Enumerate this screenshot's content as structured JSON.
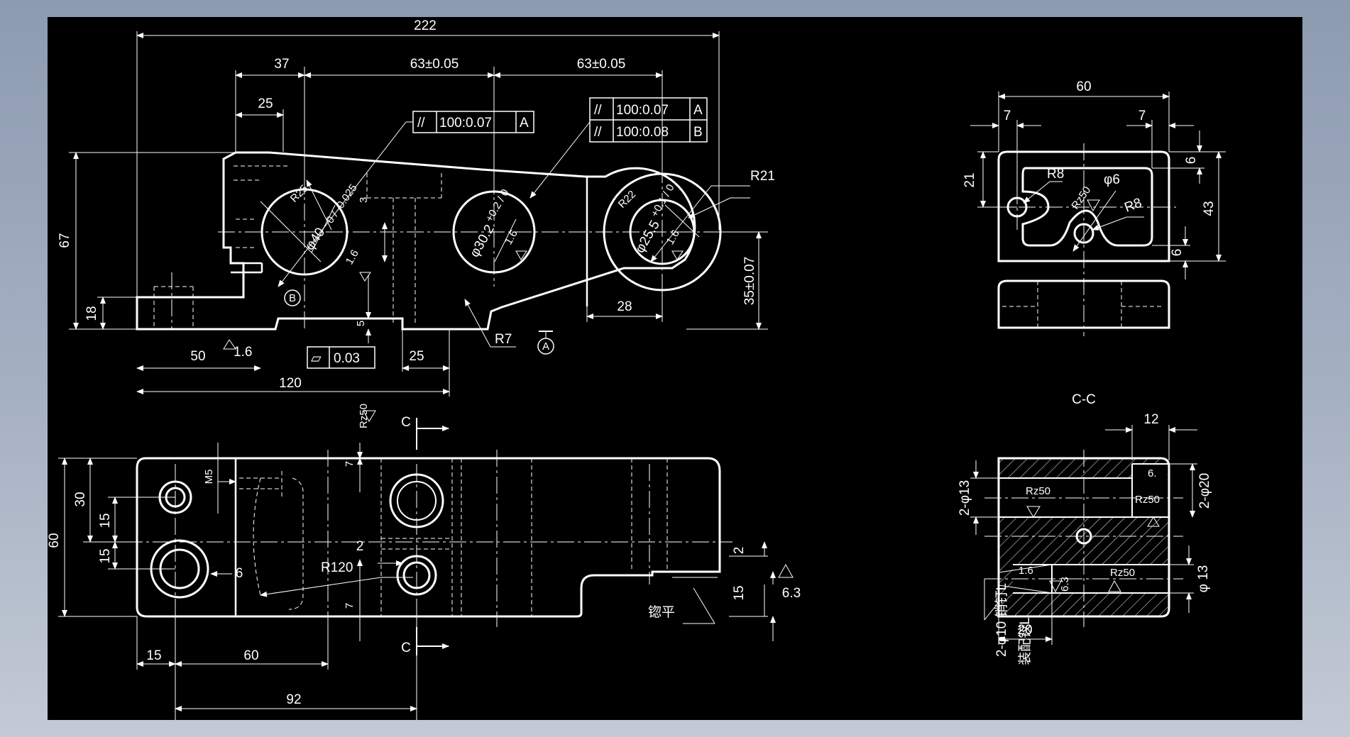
{
  "colors": {
    "background": "#000000",
    "line": "#ffffff",
    "frame": "#8d9bb1"
  },
  "front_view": {
    "dims": {
      "d222": "222",
      "d37": "37",
      "d63a": "63±0.05",
      "d63b": "63±0.05",
      "d25top": "25",
      "d67": "67",
      "d18": "18",
      "d50": "50",
      "d120": "120",
      "d25bot": "25",
      "d28": "28",
      "d35": "35±0.07",
      "d5": "5"
    },
    "radii": {
      "r21": "R21",
      "r7": "R7",
      "r25": "R25",
      "r22": "R22"
    },
    "holes": {
      "h40": "φ40",
      "h40_tol": "0 / -0.025",
      "h30": "φ30.2",
      "h30_tol": "+0.2 / 0",
      "h25": "φ25.5",
      "h25_tol": "+0.1 / 0",
      "n3": "3"
    },
    "rough": {
      "r1": "1.6",
      "r2": "1.6",
      "r3": "1.6",
      "r4": "1.6"
    },
    "tol_frames": {
      "f1": {
        "sym": "//",
        "val": "100:0.07",
        "ref": "A"
      },
      "f2": {
        "sym": "//",
        "val": "100:0.07",
        "ref": "A"
      },
      "f3": {
        "sym": "//",
        "val": "100:0.08",
        "ref": "B"
      },
      "f4": {
        "sym": "▱",
        "val": "0.03"
      }
    },
    "datum_a": "A",
    "datum_b": "B"
  },
  "top_view": {
    "dims": {
      "d60": "60",
      "d30": "30",
      "d15a": "15",
      "d15b": "15",
      "d15c": "15",
      "d60b": "60",
      "d92": "92",
      "d7a": "7",
      "d7b": "7",
      "d2a": "2",
      "d2b": "2",
      "d15r": "15",
      "d6": "6",
      "m5": "M5"
    },
    "r120": "R120",
    "cut_c": "C",
    "rz50": "Rz50",
    "spot_face": "锪平",
    "rough63": "6.3"
  },
  "side_view": {
    "dims": {
      "d60": "60",
      "d7a": "7",
      "d7b": "7",
      "d21": "21",
      "d43": "43",
      "d6a": "6",
      "d6b": "6"
    },
    "r8a": "R8",
    "r8b": "R8",
    "phi6": "φ6",
    "rz50": "Rz50"
  },
  "section_cc": {
    "title": "C-C",
    "dims": {
      "d12": "12",
      "d20": "20",
      "p13a": "2-φ13",
      "p20": "2-φ20",
      "p13b": "φ 13"
    },
    "rz50a": "Rz50",
    "rz50b": "Rz50",
    "rz50c": "Rz50",
    "rough16": "1.6",
    "rough63": "6.3",
    "rough6": "6.",
    "pin_note": "2-φ10 销钉L",
    "assembly_note": "装配铰L"
  }
}
